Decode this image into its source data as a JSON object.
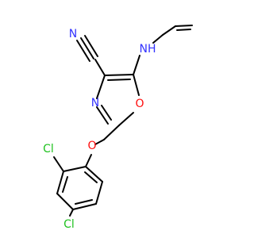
{
  "molecule": {
    "atoms": {
      "nitrile_n": {
        "label": "N",
        "color": "#3333ff"
      },
      "amine_nh": {
        "label": "NH",
        "color": "#3333ff"
      },
      "ring_n": {
        "label": "N",
        "color": "#3333ff"
      },
      "ring_o": {
        "label": "O",
        "color": "#ff0d0d"
      },
      "ether_o": {
        "label": "O",
        "color": "#ff0d0d"
      },
      "cl_ortho": {
        "label": "Cl",
        "color": "#1fc21f"
      },
      "cl_para": {
        "label": "Cl",
        "color": "#1fc21f"
      }
    }
  }
}
